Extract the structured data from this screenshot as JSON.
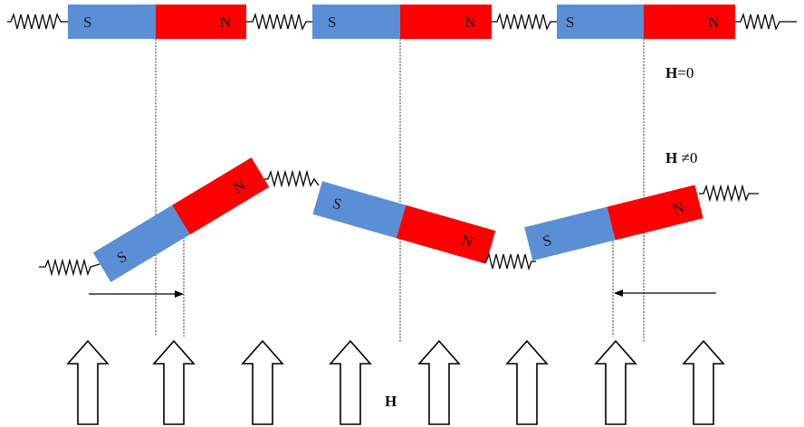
{
  "colors": {
    "south": "#5b8fd5",
    "north": "#ff0000",
    "spring": "#000000",
    "guide_line": "#000000",
    "arrow_outline": "#000000",
    "arrow_fill": "#ffffff"
  },
  "poles": {
    "south": "S",
    "north": "N"
  },
  "labels": {
    "h_symbol": "H",
    "zero_field_suffix": "=0",
    "nonzero_field_suffix": " ≠0",
    "field_label": "H"
  },
  "field_arrows_count": 8
}
